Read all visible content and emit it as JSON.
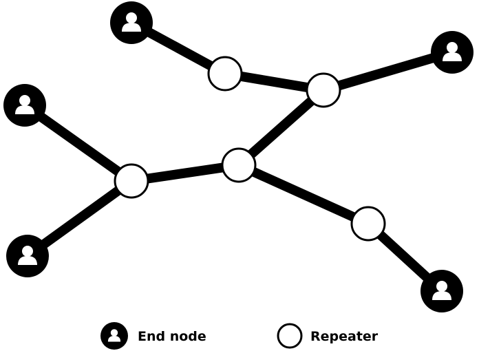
{
  "legend": {
    "end_node_label": "End node",
    "repeater_label": "Repeater"
  },
  "network": {
    "end_nodes": [
      "end-node-top",
      "end-node-top-right",
      "end-node-left-upper",
      "end-node-left-lower",
      "end-node-bottom-right"
    ],
    "repeaters": [
      "repeater-top",
      "repeater-right",
      "repeater-center",
      "repeater-left",
      "repeater-lower-right"
    ],
    "links": [
      [
        "end-node-top",
        "repeater-top"
      ],
      [
        "repeater-top",
        "repeater-right"
      ],
      [
        "repeater-right",
        "end-node-top-right"
      ],
      [
        "repeater-right",
        "repeater-center"
      ],
      [
        "repeater-center",
        "repeater-left"
      ],
      [
        "repeater-left",
        "end-node-left-upper"
      ],
      [
        "repeater-left",
        "end-node-left-lower"
      ],
      [
        "repeater-center",
        "repeater-lower-right"
      ],
      [
        "repeater-lower-right",
        "end-node-bottom-right"
      ]
    ]
  },
  "colors": {
    "link": "#000000",
    "end_node": "#000000",
    "repeater_fill": "#ffffff"
  }
}
